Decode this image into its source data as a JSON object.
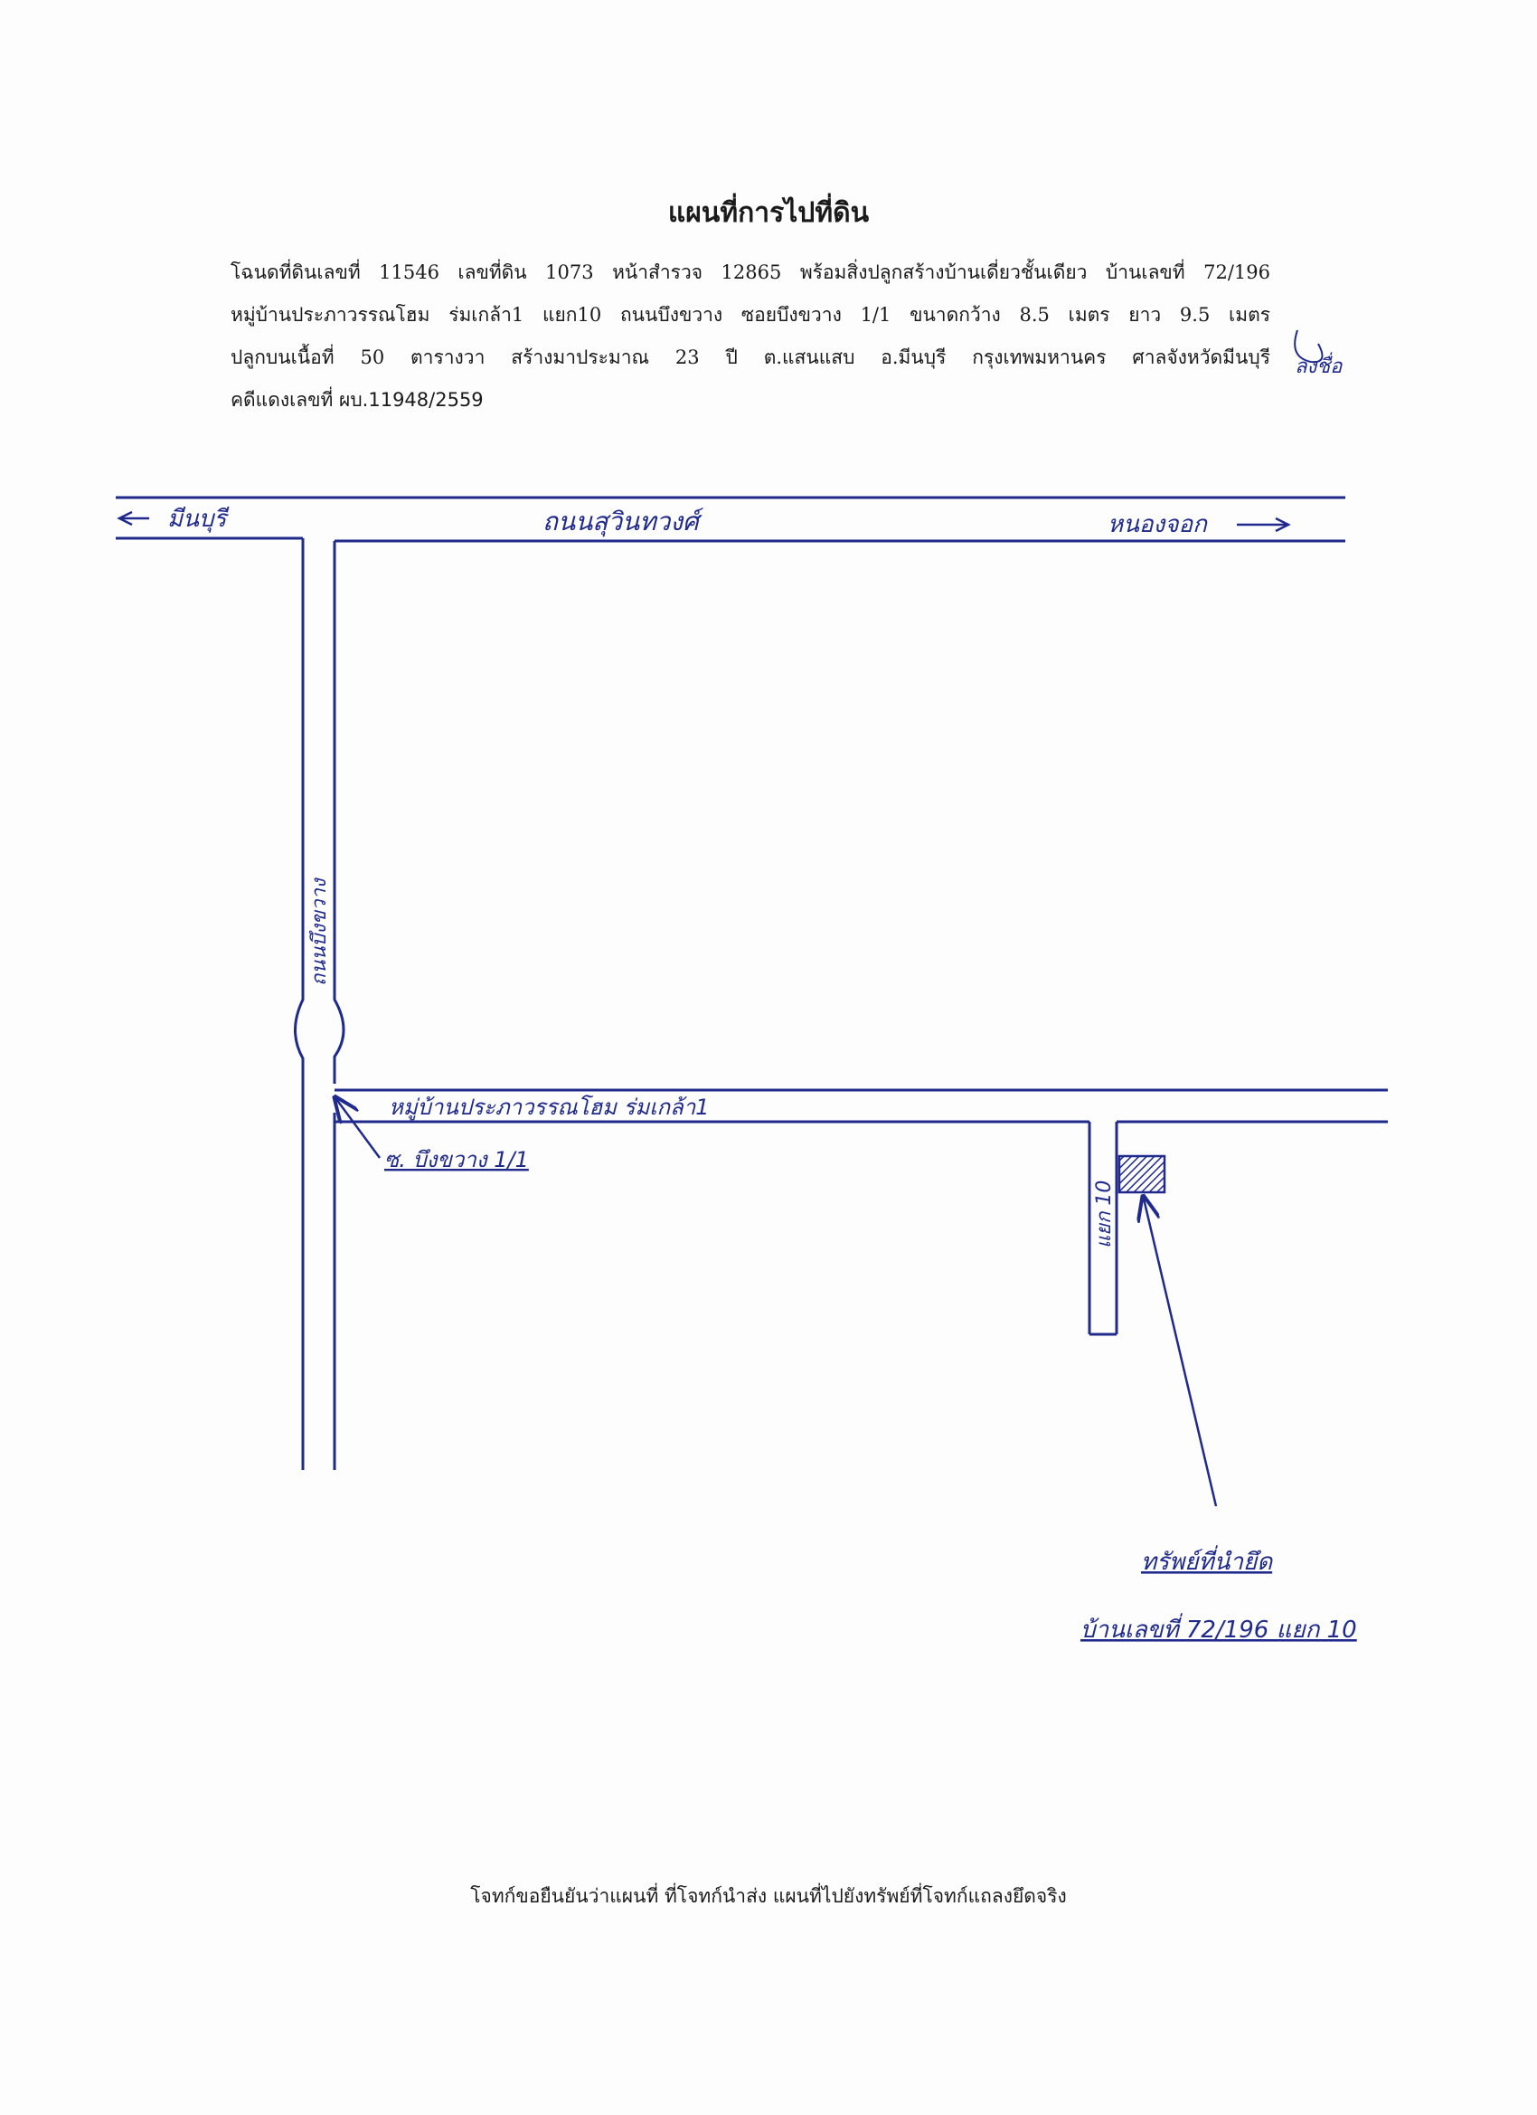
{
  "document": {
    "title": "แผนที่การไปที่ดิน",
    "description_lines": [
      "โฉนดที่ดินเลขที่ 11546 เลขที่ดิน 1073 หน้าสำรวจ 12865 พร้อมสิ่งปลูกสร้างบ้านเดี่ยวชั้นเดียว บ้านเลขที่ 72/196",
      "หมู่บ้านประภาวรรณโฮม ร่มเกล้า1 แยก10 ถนนบึงขวาง ซอยบึงขวาง 1/1 ขนาดกว้าง 8.5 เมตร ยาว 9.5 เมตร",
      "ปลูกบนเนื้อที่ 50 ตารางวา สร้างมาประมาณ 23 ปี ต.แสนแสบ อ.มีนบุรี กรุงเทพมหานคร ศาลจังหวัดมีนบุรี",
      "คดีแดงเลขที่ ผบ.11948/2559"
    ],
    "footer": "โจทก์ขอยืนยันว่าแผนที่ ที่โจทก์นำส่ง แผนที่ไปยังทรัพย์ที่โจทก์แถลงยึดจริง"
  },
  "map": {
    "labels": {
      "main_road": "ถนนสุวินทวงศ์",
      "direction_left": "มีนบุรี",
      "direction_right": "หนองจอก",
      "vertical_road": "ถนนบึงขวาง",
      "village_road": "หมู่บ้านประภาวรรณโฮม ร่มเกล้า1",
      "soi_label": "ซ. บึงขวาง 1/1",
      "branch_label": "แยก 10",
      "target_note": "ทรัพย์ที่นำยึด",
      "target_address": "บ้านเลขที่ 72/196 แยก 10"
    },
    "signature": "ลงชื่อ",
    "ink_color": "#1f2a8c"
  }
}
